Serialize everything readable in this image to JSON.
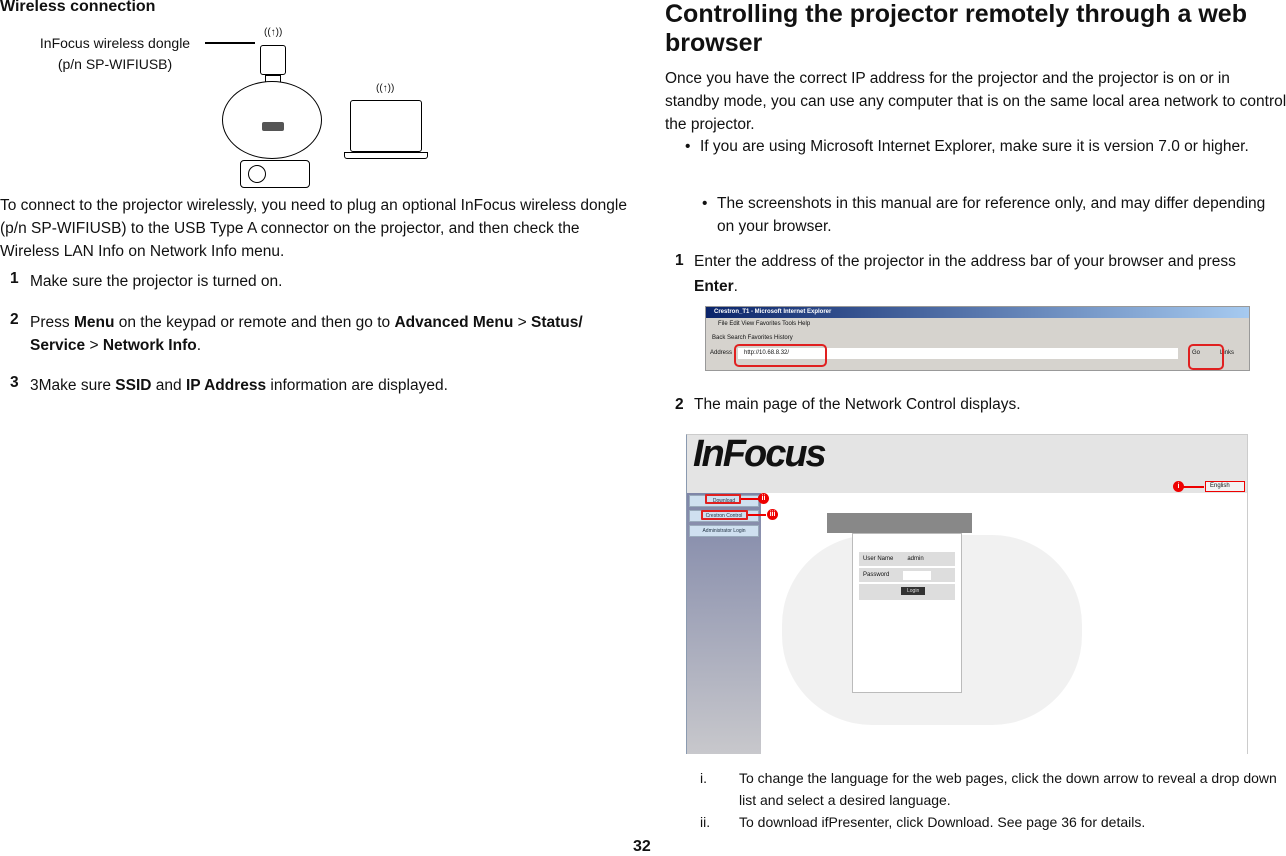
{
  "left": {
    "heading": "Wireless connection",
    "diagram_caption_line1": "InFocus wireless dongle",
    "diagram_caption_line2": "(p/n SP-WIFIUSB)",
    "intro": "To connect to the projector wirelessly, you need to plug an optional InFocus wireless dongle (p/n SP-WIFIUSB) to the USB Type A connector on the projector, and then check the Wireless LAN Info on Network Info menu.",
    "steps": [
      {
        "num": "1",
        "text": "Make sure the projector is turned on."
      },
      {
        "num": "2",
        "t1": "Press ",
        "b1": "Menu",
        "t2": " on the keypad or remote and then go to ",
        "b2": "Advanced Menu",
        "t3": " > ",
        "b3": "Status/ Service",
        "t4": " > ",
        "b4": "Network Info",
        "t5": "."
      },
      {
        "num": "3",
        "t1": "3Make sure ",
        "b1": "SSID",
        "t2": " and ",
        "b2": "IP Address",
        "t3": " information are displayed."
      }
    ]
  },
  "right": {
    "heading": "Controlling the projector remotely through a web browser",
    "intro": "Once you have the correct IP address for the projector and the projector is on or in standby mode, you can use any computer that is on the same local area network to control the projector.",
    "bullets": [
      "If you are using Microsoft Internet Explorer, make sure it is version 7.0 or higher.",
      "The screenshots in this manual are for reference only, and may differ depending on your browser."
    ],
    "step1": {
      "num": "1",
      "t1": "Enter the address of the projector in the address bar of your browser and press ",
      "b1": "Enter",
      "t2": "."
    },
    "browser": {
      "title": "Crestron_T1 - Microsoft Internet Explorer",
      "menu": "File  Edit  View  Favorites  Tools  Help",
      "toolbar": "Back   Search   Favorites   History",
      "address_label": "Address",
      "address": "http://10.68.8.32/",
      "go": "Go",
      "links": "Links"
    },
    "step2": {
      "num": "2",
      "text": "The main page of the Network Control displays."
    },
    "webpage": {
      "logo": "InFocus",
      "language": "English",
      "nav": [
        "Download",
        "Crestron Control",
        "Administrator Login"
      ],
      "user_label": "User Name",
      "user_value": "admin",
      "password_label": "Password",
      "login": "Login",
      "markers": [
        "i",
        "ii",
        "iii"
      ]
    },
    "footnotes": [
      {
        "num": "i.",
        "text": "To change the language for the web pages, click the down arrow to reveal a drop down list and select a desired language."
      },
      {
        "num": "ii.",
        "text": "To download ifPresenter, click Download. See page 36 for details."
      }
    ]
  },
  "page_number": "32"
}
